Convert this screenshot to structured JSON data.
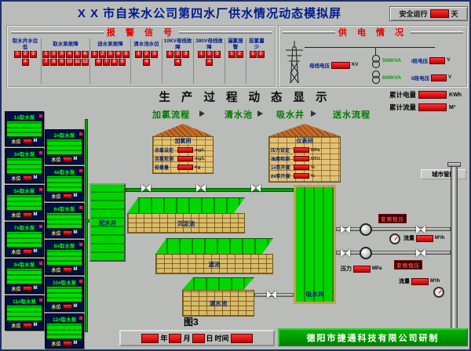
{
  "header": {
    "title": "X X 市自来水公司第四水厂供水情况动态模拟屏",
    "safety_label": "安全运行",
    "safety_unit": "天"
  },
  "alarm": {
    "title": "报 警 信 号",
    "groups": [
      {
        "label": "取水井水位低",
        "count": 4
      },
      {
        "label": "取水泵故障",
        "count": 12
      },
      {
        "label": "送水泵故障",
        "count": 9
      },
      {
        "label": "清水池水位",
        "count": 4
      },
      {
        "label": "10KV母线故障",
        "count": 4
      },
      {
        "label": "380V母线故障",
        "count": 4
      },
      {
        "label": "漏氯报警",
        "count": 2
      },
      {
        "label": "投氯量少",
        "count": 2
      }
    ]
  },
  "power": {
    "title": "供 电 情 况",
    "bus_label": "母线电压",
    "bus_unit": "KV",
    "tx1_label": "500KVA",
    "tx2_label": "600KVA",
    "seg1_label": "I段电压",
    "seg2_label": "II段电压",
    "volt_unit": "V"
  },
  "totals": {
    "energy_label": "累计电量",
    "energy_unit": "KWh",
    "flow_label": "累计流量",
    "flow_unit": "M³"
  },
  "process_title": "生 产 过 程 动 态 显 示",
  "stages": [
    "加氯流程",
    "清水池",
    "吸水井",
    "送水流程"
  ],
  "pumps": {
    "level_label": "水位",
    "level_unit": "M",
    "items": [
      "1#取水泵",
      "2#取水泵",
      "3#取水泵",
      "4#取水泵",
      "5#取水泵",
      "6#取水泵",
      "7#取水泵",
      "8#取水泵",
      "9#取水泵",
      "10#取水泵",
      "11#取水泵",
      "12#取水泵"
    ]
  },
  "tanks": {
    "distribution": "配水井",
    "sediment": "沉淀池",
    "filter": "滤池",
    "clear": "清水池",
    "suction": "吸水井"
  },
  "chlorine_house": {
    "name": "加氯间",
    "rows": [
      {
        "label": "余氯设定",
        "unit": "mg/L"
      },
      {
        "label": "余氯检测",
        "unit": "mg/L"
      },
      {
        "label": "投氯量",
        "unit": "Kg"
      }
    ]
  },
  "meter_house": {
    "name": "仪表间",
    "rows": [
      {
        "label": "压力设定",
        "unit": "MPa"
      },
      {
        "label": "浊度检测",
        "unit": "NTU"
      },
      {
        "label": "1#泵开度",
        "unit": "%"
      },
      {
        "label": "2#泵开度",
        "unit": "%"
      }
    ]
  },
  "delivery": {
    "vfd_label": "变频恒压",
    "flow_label": "流量",
    "flow_unit": "M³/h",
    "pressure_label": "压力",
    "pressure_unit": "MPa",
    "network_label": "城市管网"
  },
  "footer": {
    "figure": "图3",
    "year_label": "年",
    "month_label": "月",
    "day_label": "日",
    "time_label": "时间",
    "company": "德阳市捷通科技有限公司研制"
  }
}
